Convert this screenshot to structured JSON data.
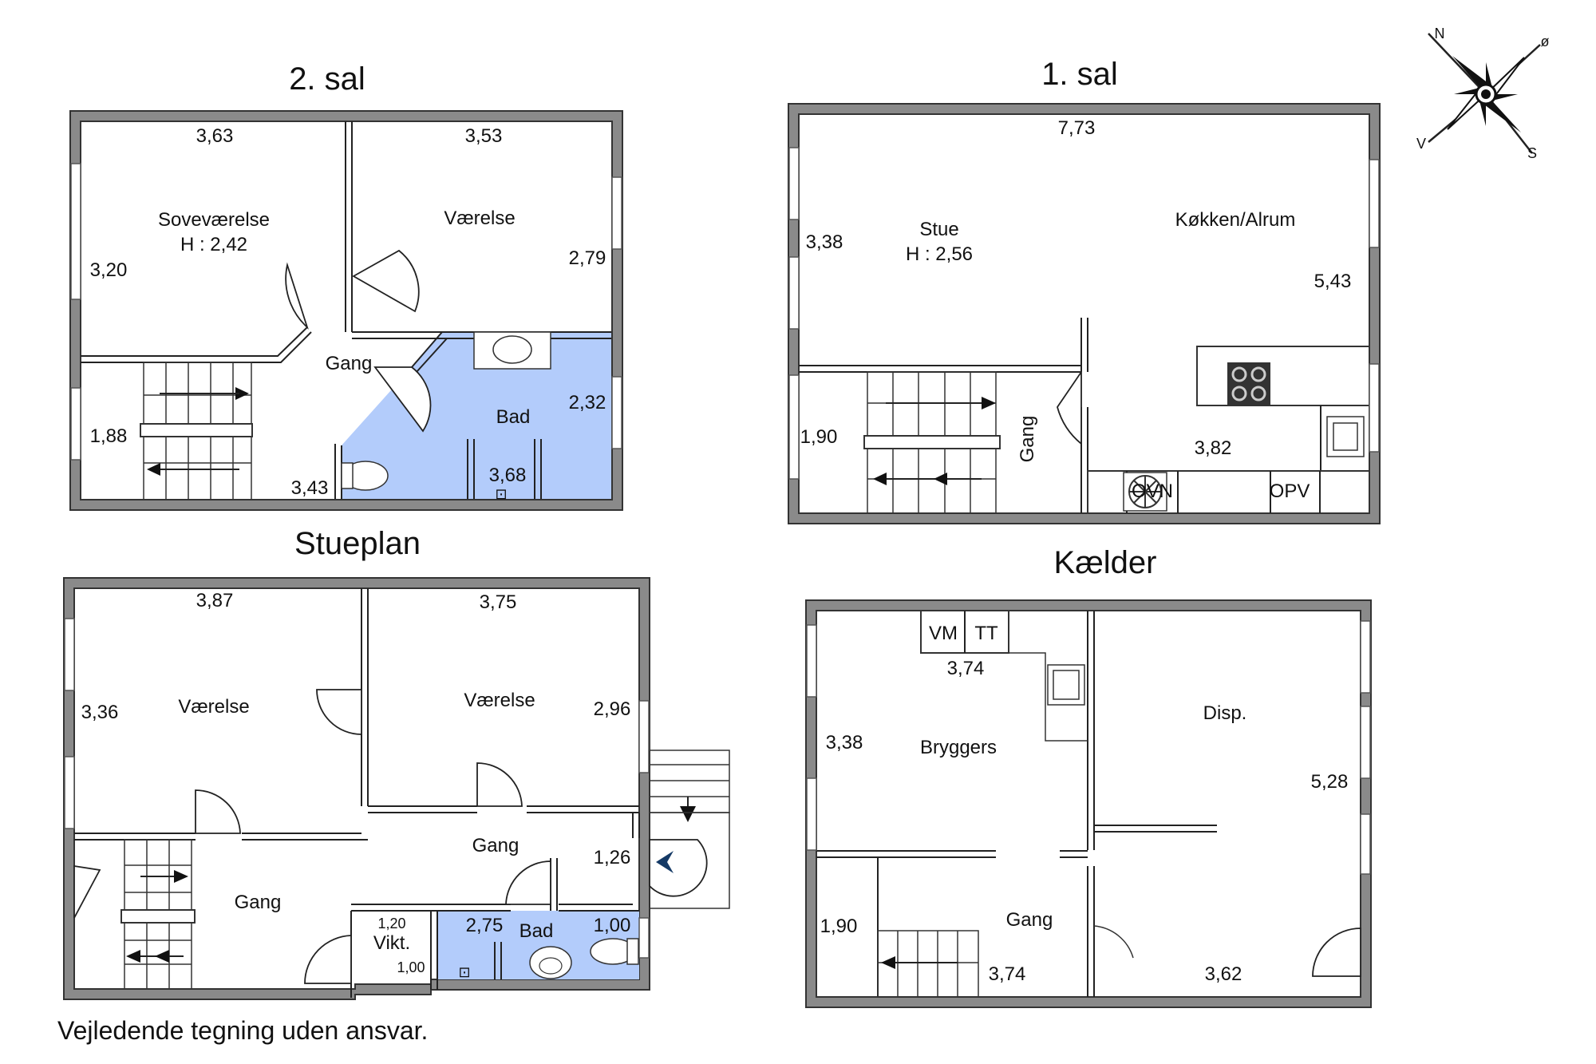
{
  "floors": {
    "sal2": {
      "title": "2. sal",
      "rooms": {
        "sovevaerelse": "Soveværelse",
        "sovevaerelse_height": "H : 2,42",
        "vaerelse": "Værelse",
        "gang": "Gang",
        "bad": "Bad"
      },
      "dims": [
        "3,63",
        "3,53",
        "3,20",
        "2,79",
        "1,88",
        "2,32",
        "3,43",
        "3,68"
      ]
    },
    "sal1": {
      "title": "1. sal",
      "rooms": {
        "stue": "Stue",
        "stue_height": "H : 2,56",
        "kokken": "Køkken/Alrum",
        "gang": "Gang",
        "ovn": "OVN",
        "opv": "OPV"
      },
      "dims": [
        "7,73",
        "3,38",
        "5,43",
        "1,90",
        "3,82"
      ]
    },
    "stueplan": {
      "title": "Stueplan",
      "rooms": {
        "vaerelse_left": "Værelse",
        "vaerelse_right": "Værelse",
        "gang_upper": "Gang",
        "gang_lower": "Gang",
        "vikt": "Vikt.",
        "bad": "Bad"
      },
      "dims": [
        "3,87",
        "3,75",
        "3,36",
        "2,96",
        "1,26",
        "1,20",
        "1,00",
        "2,75",
        "1,00"
      ]
    },
    "kaelder": {
      "title": "Kælder",
      "rooms": {
        "bryggers": "Bryggers",
        "disp": "Disp.",
        "gang": "Gang",
        "vm": "VM",
        "tt": "TT"
      },
      "dims": [
        "3,74",
        "3,38",
        "5,28",
        "1,90",
        "3,74",
        "3,62"
      ]
    }
  },
  "compass": {
    "n": "N",
    "o": "ø",
    "s": "S",
    "v": "V"
  },
  "disclaimer": "Vejledende tegning uden ansvar.",
  "colors": {
    "bathroom": "#b3ccfb",
    "wall": "#8a8a8a"
  }
}
